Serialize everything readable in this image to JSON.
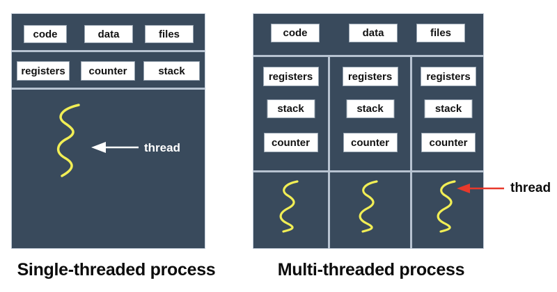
{
  "single": {
    "caption": "Single-threaded process",
    "top_row": [
      "code",
      "data",
      "files"
    ],
    "state_row": [
      "registers",
      "counter",
      "stack"
    ],
    "thread_label": "thread"
  },
  "multi": {
    "caption": "Multi-threaded process",
    "top_row": [
      "code",
      "data",
      "files"
    ],
    "thread_columns": [
      {
        "items": [
          "registers",
          "stack",
          "counter"
        ]
      },
      {
        "items": [
          "registers",
          "stack",
          "counter"
        ]
      },
      {
        "items": [
          "registers",
          "stack",
          "counter"
        ]
      }
    ],
    "thread_label": "thread"
  },
  "colors": {
    "panel_background": "#394a5c",
    "divider": "#b7c3d1",
    "box_fill": "#ffffff",
    "box_border": "#97a4b1",
    "thread_squiggle": "#f1ee55",
    "left_arrow": "#ffffff",
    "right_arrow": "#e8392b",
    "caption_text": "#0c0c0c"
  }
}
